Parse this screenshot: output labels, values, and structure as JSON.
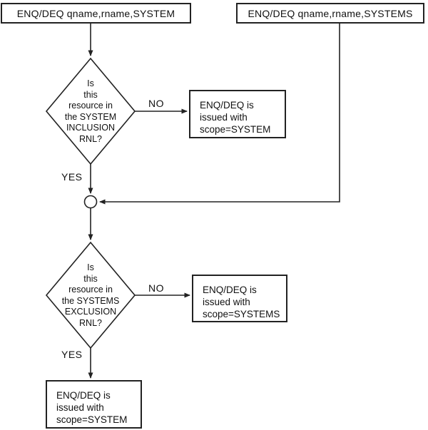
{
  "colors": {
    "background": "#ffffff",
    "line": "#222222",
    "box_border": "#222222",
    "box_fill": "#ffffff",
    "text": "#111111"
  },
  "flowchart": {
    "entry_left": "ENQ/DEQ qname,rname,SYSTEM",
    "entry_right": "ENQ/DEQ qname,rname,SYSTEMS",
    "decision_inclusion": "Is\nthis\nresource in\nthe SYSTEM\nINCLUSION\nRNL?",
    "decision_exclusion": "Is\nthis\nresource in\nthe SYSTEMS\nEXCLUSION\nRNL?",
    "result_inclusion_no": "ENQ/DEQ is\nissued with\nscope=SYSTEM",
    "result_exclusion_no": "ENQ/DEQ is\nissued with\nscope=SYSTEMS",
    "result_exclusion_yes": "ENQ/DEQ is\nissued with\nscope=SYSTEM",
    "labels": {
      "no_inclusion": "NO",
      "yes_inclusion": "YES",
      "no_exclusion": "NO",
      "yes_exclusion": "YES"
    }
  }
}
